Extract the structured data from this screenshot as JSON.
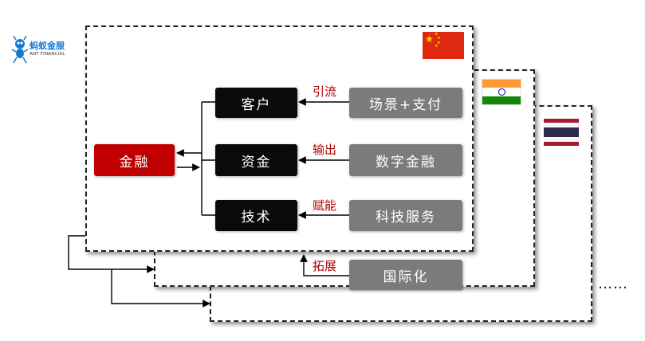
{
  "logo": {
    "name": "蚂蚁金服",
    "sub": "ANT FINANCIAL"
  },
  "nodes": {
    "finance": "金融",
    "customer": "客户",
    "capital": "资金",
    "technology": "技术",
    "scene_payment": "场景+支付",
    "digital_finance": "数字金融",
    "tech_services": "科技服务",
    "internationalization": "国际化"
  },
  "edges": {
    "attract": "引流",
    "export": "输出",
    "empower": "赋能",
    "expand": "拓展"
  },
  "flags": [
    "china-flag",
    "india-flag",
    "thailand-flag"
  ],
  "ellipsis": "……",
  "colors": {
    "finance": "#c00000",
    "label": "#b00000",
    "dark": "#0a0a0a",
    "gray": "#7b7b7b"
  }
}
